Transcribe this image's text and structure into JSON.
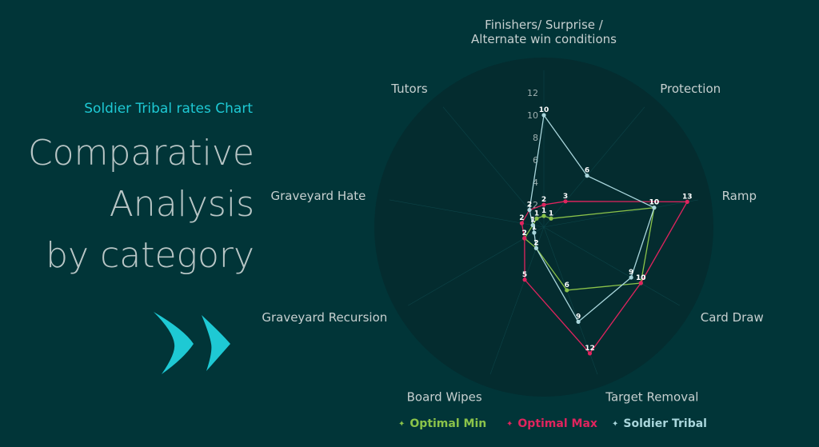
{
  "header": {
    "subtitle": "Soldier Tribal rates Chart",
    "title_lines": [
      "Comparative",
      "Analysis",
      "by category"
    ]
  },
  "colors": {
    "background": "#013538",
    "radar_bg": "#042c2f",
    "optimal_min": "#8bc34a",
    "optimal_max": "#e0245e",
    "soldier_tribal": "#a9d6dc",
    "accent": "#1ec9d4"
  },
  "chart_data": {
    "type": "radar",
    "categories": [
      "Finishers/ Surprise / Alternate win conditions",
      "Protection",
      "Ramp",
      "Card Draw",
      "Target Removal",
      "Board Wipes",
      "Graveyard Recursion",
      "Graveyard Hate",
      "Tutors"
    ],
    "r_ticks": [
      0,
      2,
      4,
      6,
      8,
      10,
      12
    ],
    "r_range": [
      0,
      14
    ],
    "series": [
      {
        "name": "Optimal Min",
        "values": [
          1,
          1,
          10,
          10,
          6,
          2,
          2,
          1,
          1
        ]
      },
      {
        "name": "Optimal Max",
        "values": [
          2,
          3,
          13,
          10,
          12,
          5,
          2,
          2,
          2
        ]
      },
      {
        "name": "Soldier Tribal",
        "values": [
          10,
          6,
          10,
          9,
          9,
          2,
          1,
          1,
          2
        ]
      }
    ],
    "legend": "bottom"
  }
}
